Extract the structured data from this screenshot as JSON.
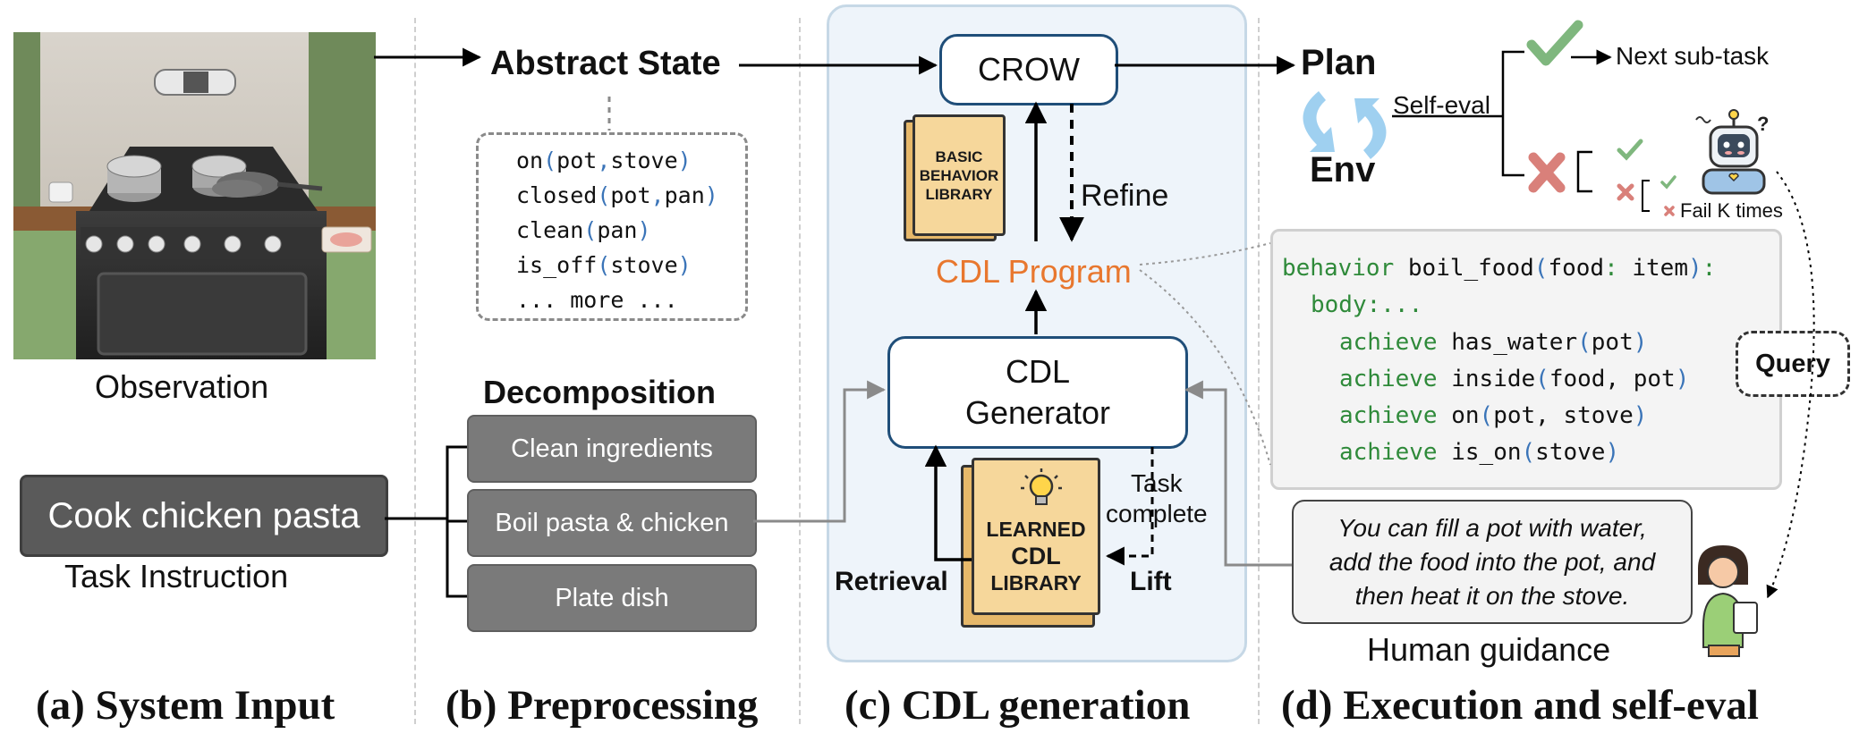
{
  "panels": {
    "a": "(a) System Input",
    "b": "(b) Preprocessing",
    "c": "(c) CDL generation",
    "d": "(d) Execution and self-eval"
  },
  "system_input": {
    "observation_label": "Observation",
    "task_instruction": "Cook chicken pasta",
    "task_instruction_label": "Task Instruction"
  },
  "preprocessing": {
    "abstract_state_title": "Abstract State",
    "state_lines": [
      {
        "pred": "on",
        "args": [
          "pot",
          "stove"
        ]
      },
      {
        "pred": "closed",
        "args": [
          "pot",
          "pan"
        ]
      },
      {
        "pred": "clean",
        "args": [
          "pan"
        ]
      },
      {
        "pred": "is_off",
        "args": [
          "stove"
        ]
      }
    ],
    "more_text": "... more ...",
    "decomposition_title": "Decomposition",
    "subtasks": [
      "Clean ingredients",
      "Boil pasta & chicken",
      "Plate dish"
    ]
  },
  "cdl_generation": {
    "crow": "CROW",
    "basic_library": [
      "BASIC",
      "BEHAVIOR",
      "LIBRARY"
    ],
    "refine": "Refine",
    "cdl_program": "CDL Program",
    "generator": [
      "CDL",
      "Generator"
    ],
    "learned_library": [
      "LEARNED",
      "CDL",
      "LIBRARY"
    ],
    "retrieval": "Retrieval",
    "lift": "Lift",
    "task_complete": [
      "Task",
      "complete"
    ]
  },
  "execution": {
    "plan": "Plan",
    "env": "Env",
    "self_eval": "Self-eval",
    "next_subtask": "Next sub-task",
    "fail_k": "Fail K times",
    "query": "Query",
    "human_guidance_label": "Human guidance",
    "guidance_text": [
      "You can fill a pot with water,",
      "add the food into the pot, and",
      "then heat it on the stove."
    ],
    "code": {
      "header": {
        "kw": "behavior",
        "name": "boil_food",
        "param": "food",
        "type": "item"
      },
      "body_label": "body:...",
      "lines": [
        {
          "kw": "achieve",
          "pred": "has_water",
          "args": "pot"
        },
        {
          "kw": "achieve",
          "pred": "inside",
          "args": "food, pot"
        },
        {
          "kw": "achieve",
          "pred": "on",
          "args": "pot, stove"
        },
        {
          "kw": "achieve",
          "pred": "is_on",
          "args": "stove"
        }
      ]
    }
  },
  "colors": {
    "accent_orange": "#e8772e",
    "node_border": "#1f4e79",
    "code_green": "#2f8a3a",
    "paren_blue": "#3a74b8",
    "check_green": "#7fb77e",
    "cross_red": "#d9807a",
    "cycle_blue": "#9fd0f0"
  },
  "icons": [
    "kitchen-stove-image",
    "book-icon",
    "lightbulb-icon",
    "robot-icon",
    "person-icon",
    "check-icon",
    "cross-icon",
    "cycle-arrows-icon"
  ]
}
